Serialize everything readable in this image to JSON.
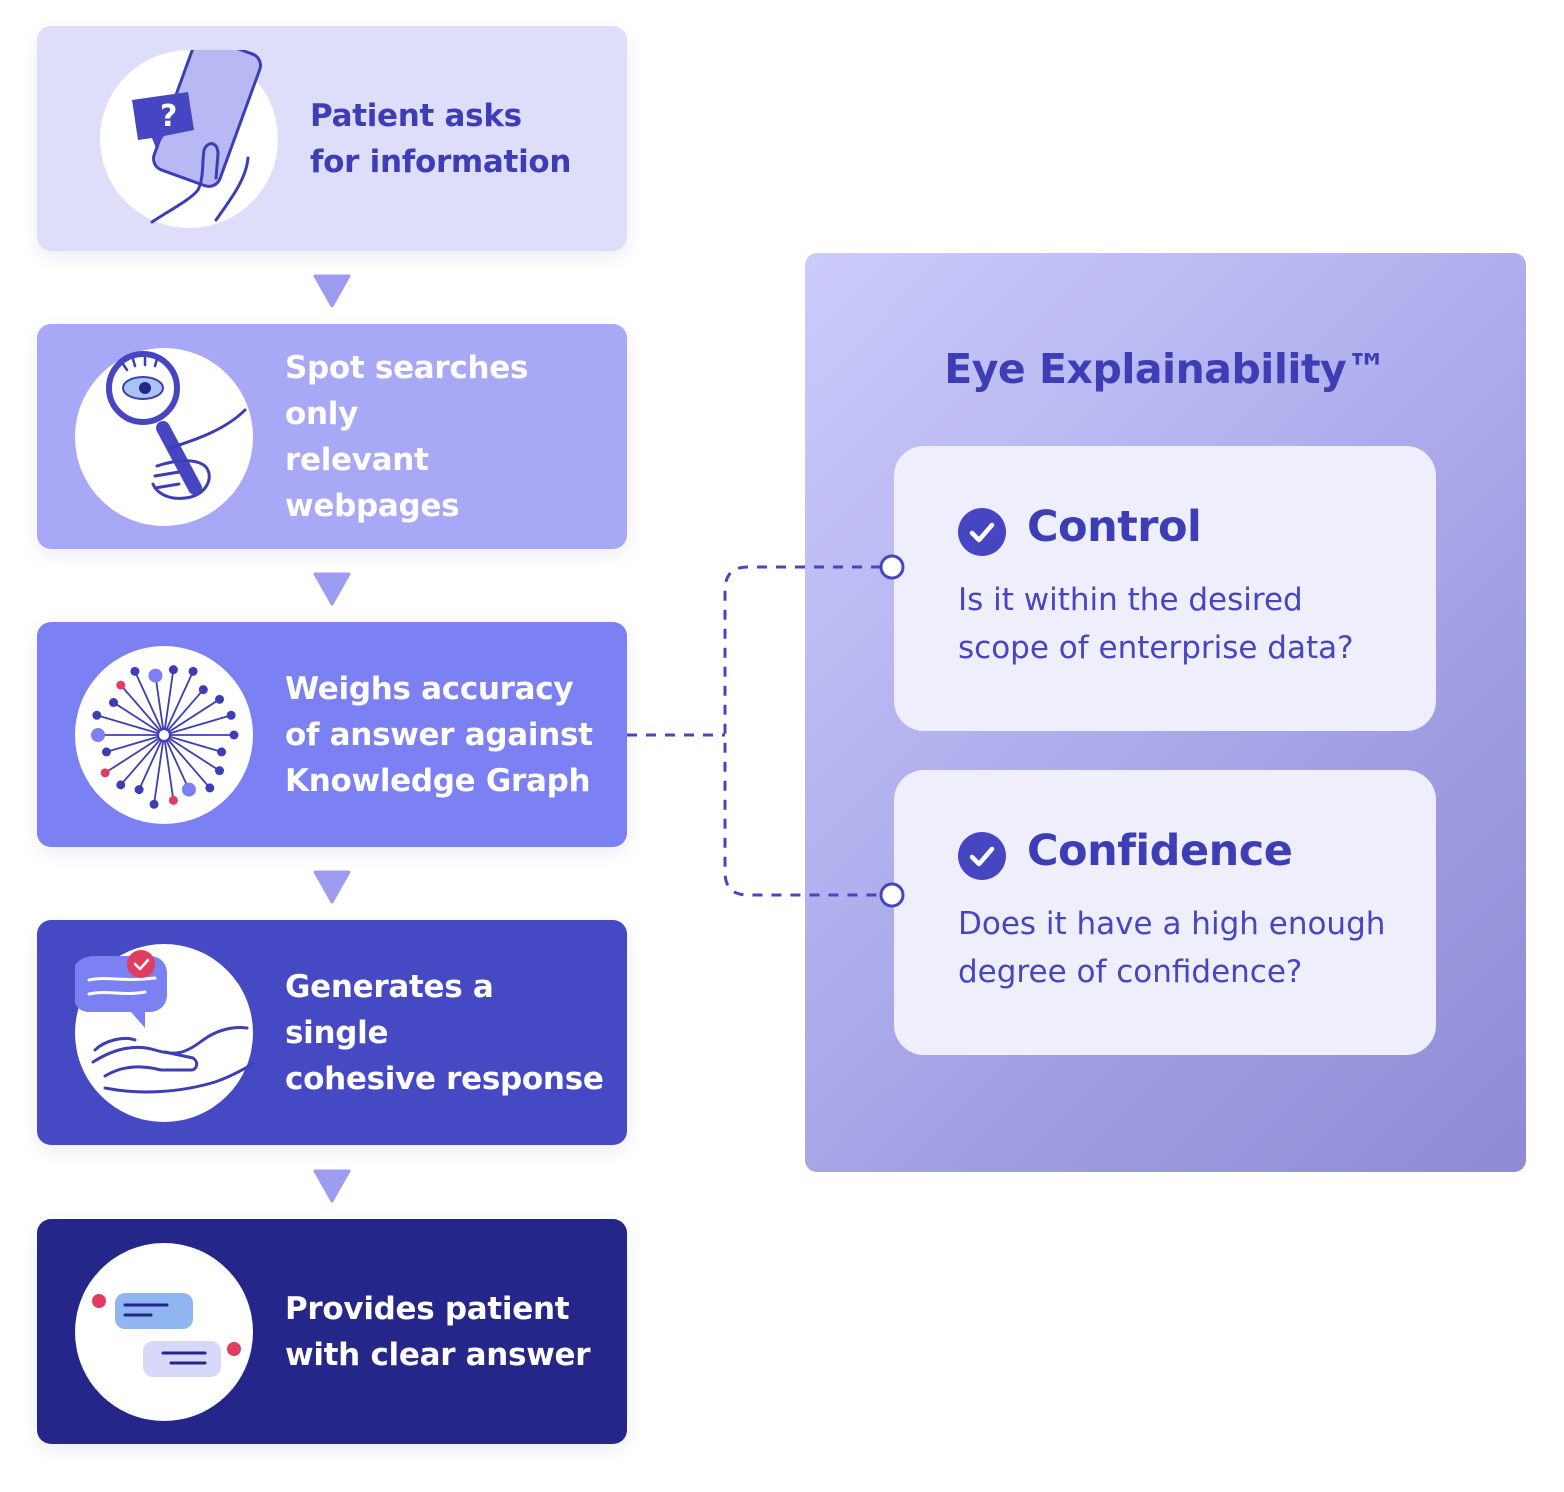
{
  "steps": [
    {
      "lines": [
        "Patient asks",
        "for information"
      ],
      "bg": "#dedefb",
      "text_color": "#3d3eb5"
    },
    {
      "lines": [
        "Spot searches only",
        "relevant webpages"
      ],
      "bg": "#a8a8f6",
      "text_color": "#ffffff"
    },
    {
      "lines": [
        "Weighs accuracy",
        "of answer against",
        "Knowledge Graph"
      ],
      "bg": "#7b80f2",
      "text_color": "#ffffff"
    },
    {
      "lines": [
        "Generates a single",
        "cohesive response"
      ],
      "bg": "#4649c4",
      "text_color": "#ffffff"
    },
    {
      "lines": [
        "Provides patient",
        "with clear answer"
      ],
      "bg": "#24268a",
      "text_color": "#ffffff"
    }
  ],
  "explainability": {
    "title": "Eye Explainability™",
    "cards": [
      {
        "title": "Control",
        "text_lines": [
          "Is it within the desired",
          "scope of enterprise data?"
        ],
        "icon": "check-circle-icon"
      },
      {
        "title": "Confidence",
        "text_lines": [
          "Does it have a high enough",
          "degree of confidence?"
        ],
        "icon": "check-circle-icon"
      }
    ]
  },
  "colors": {
    "accent": "#3d3eb5",
    "arrow": "#9d9cf0",
    "connector": "#4646c2",
    "alert_red": "#e23c5f"
  }
}
